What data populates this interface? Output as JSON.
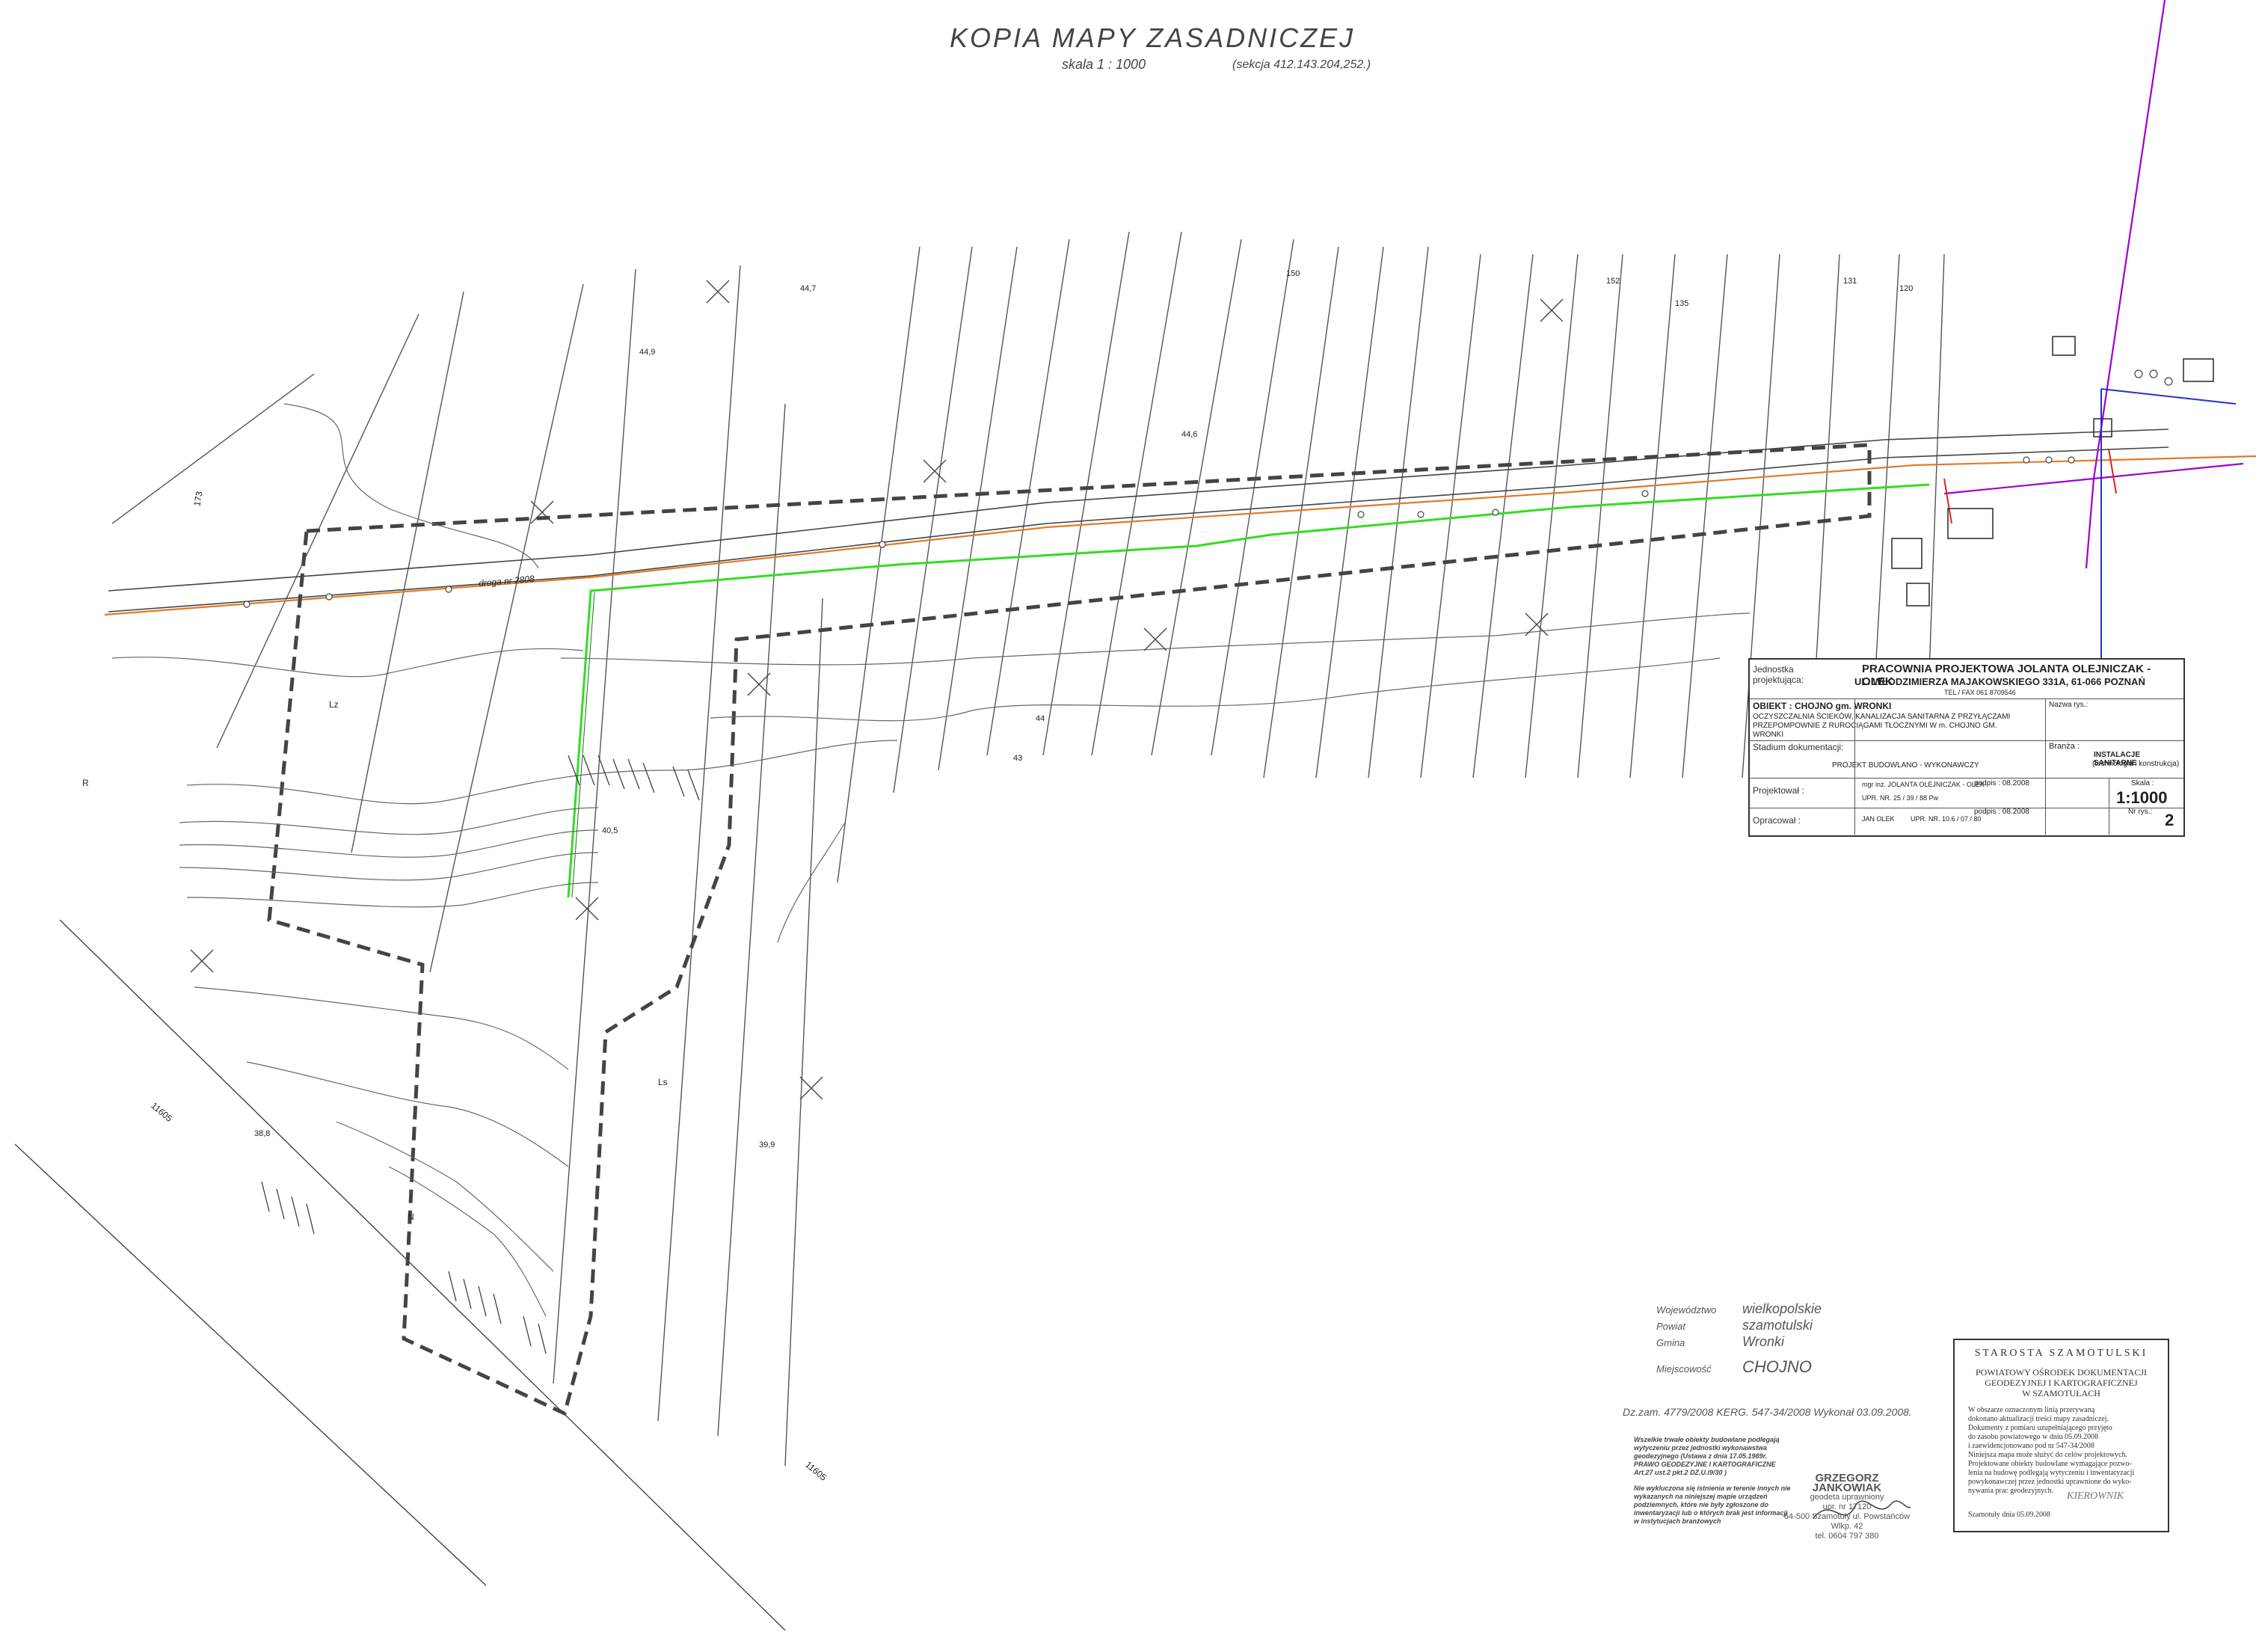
{
  "header": {
    "title": "KOPIA MAPY ZASADNICZEJ",
    "scale": "skala 1 : 1000",
    "section": "(sekcja 412.143.204,252.)"
  },
  "map_labels": {
    "road": "droga",
    "road_number": "nr 2808",
    "parcel_173": "173",
    "parcel_150": "150",
    "parcel_152": "152",
    "parcel_120": "120",
    "parcel_131": "131",
    "parcel_135": "135",
    "elev_447": "44,7",
    "elev_449": "44,9",
    "elev_446": "44,6",
    "elev_44": "44",
    "elev_43": "43",
    "elev_405": "40,5",
    "elev_399": "39,9",
    "elev_388": "38,8",
    "road_lower_1": "11605",
    "road_lower_2": "11605",
    "area_lz": "Lz",
    "area_r": "R",
    "area_ls": "Ls",
    "area_n": "N"
  },
  "title_block": {
    "unit_label": "Jednostka projektująca:",
    "unit_name": "PRACOWNIA PROJEKTOWA JOLANTA OLEJNICZAK - OLEK",
    "unit_address": "UL. WŁODZIMIERZA MAJAKOWSKIEGO 331A, 61-066 POZNAŃ",
    "unit_tel": "TEL / FAX 061 8709546",
    "object_label": "OBIEKT : CHOJNO gm. WRONKI",
    "object_desc1": "OCZYSZCZALNIA ŚCIEKÓW, KANALIZACJA SANITARNA Z PRZYŁĄCZAMI",
    "object_desc2": "PRZEPOMPOWNIE Z RUROCIĄGAMI TŁOCZNYMI W m. CHOJNO GM.",
    "object_desc3": "WRONKI",
    "nazwa_label": "Nazwa rys.:",
    "stage_label": "Stadium dokumentacji:",
    "stage_value": "PROJEKT BUDOWLANO - WYKONAWCZY",
    "branch_label": "Branża :",
    "branch_value": "INSTALACJE SANITARNE",
    "branch_sub": "(technologia i konstrukcja)",
    "designer_label": "Projektował :",
    "designer_value": "mgr inż. JOLANTA OLEJNICZAK - OLEK",
    "designer_upr": "UPR. NR. 25 / 39 / 88 Pw",
    "designer_sign": "podpis : 08.2008",
    "drawer_label": "Opracował :",
    "drawer_value": "JAN OLEK",
    "drawer_upr": "UPR. NR. 10.6 / 07 / 80",
    "drawer_sign": "podpis : 08.2008",
    "scale_label": "Skala :",
    "scale_value": "1:1000",
    "sheet_label": "Nr rys.:",
    "sheet_value": "2"
  },
  "locality": {
    "voivodeship_label": "Województwo",
    "voivodeship": "wielkopolskie",
    "district_label": "Powiat",
    "district": "szamotulski",
    "commune_label": "Gmina",
    "commune": "Wronki",
    "town_label": "Miejscowość",
    "town": "CHOJNO"
  },
  "orders": {
    "text": "Dz.zam. 4779/2008  KERG. 547-34/2008  Wykonał 03.09.2008."
  },
  "notes": {
    "text1": "Wszelkie trwałe obiekty budowlane podlegają wytyczeniu przez jednostki wykonawstwa geodezyjnego (Ustawa z dnia 17.05.1989r. PRAWO GEODEZYJNE I KARTOGRAFICZNE Art.27 ust.2 pkt.2 DZ.U.l9/30 )",
    "text2": "Nie wykluczona się istnienia w terenie innych nie wykazanych na niniejszej mapie urządzeń podziemnych, które nie były zgłoszone do inwentaryzacji lub o których brak jest informacji w instytucjach branżowych"
  },
  "surveyor_stamp": {
    "name": "GRZEGORZ JANKOWIAK",
    "role": "geodeta uprawniony",
    "license": "upr. nr 17120",
    "address": "64-500 Szamotuły ul. Powstańców Wlkp. 42",
    "phone": "tel. 0604 797 380"
  },
  "starosta": {
    "heading": "STAROSTA SZAMOTULSKI",
    "office1": "POWIATOWY OŚRODEK DOKUMENTACJI",
    "office2": "GEODEZYJNEJ I KARTOGRAFICZNEJ",
    "office3": "W SZAMOTUŁACH",
    "line1": "W obszarze oznaczonym linią przerywaną",
    "line2": "dokonano aktualizacji treści mapy zasadniczej.",
    "line3": "Dokumenty z pomiaru uzupełniającego przyjęto",
    "line4": "do zasobu powiatowego w dniu 05.09.2008",
    "line5": "i zaewidencjonowano pod nr 547-34/2008",
    "line6": "Niniejsza mapa może służyć do celów projektowych.",
    "line7": "Projektowane obiekty budowlane wymagające pozwo-",
    "line8": "lenia na budowę podlegają wytyczeniu i inwentaryzacji",
    "line9": "powykonawczej przez jednostki uprawnione do wyko-",
    "line10": "nywania prac geodezyjnych.",
    "date_label": "Szamotuły dnia 05.09.2008",
    "stamp_word": "KIEROWNIK"
  }
}
